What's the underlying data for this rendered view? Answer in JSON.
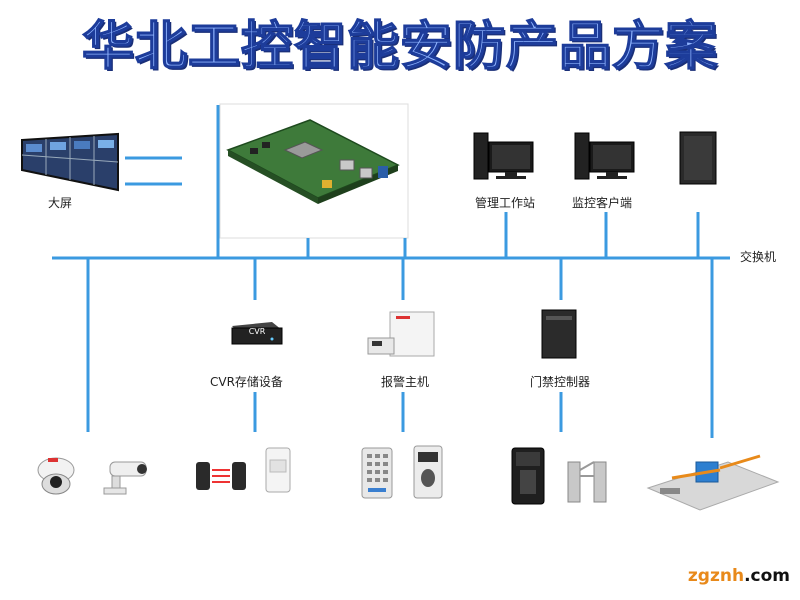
{
  "title": "华北工控智能安防产品方案",
  "labels": {
    "big_screen": "大屏",
    "management_ws": "管理工作站",
    "monitor_client": "监控客户端",
    "switch": "交换机",
    "cvr_storage": "CVR存储设备",
    "alarm_host": "报警主机",
    "access_controller": "门禁控制器",
    "cvr_box": "CVR"
  },
  "watermark": {
    "part1": "zgznh",
    "part2": ".com"
  },
  "colors": {
    "network_line": "#3b9ae0",
    "title_fill": "#8fb4ff",
    "title_stroke": "#1d3c9a",
    "watermark_orange": "#e8891a"
  }
}
